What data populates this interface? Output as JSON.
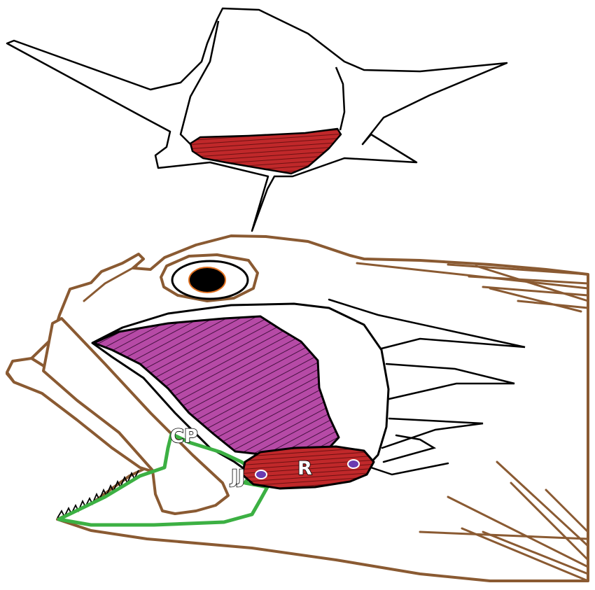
{
  "labels": {
    "cp": "CP",
    "jj": "JJ",
    "r": "R"
  },
  "colors": {
    "muscle_red": "#c0282a",
    "muscle_purple": "#b64aa6",
    "ligament_green": "#3cb043",
    "outline_brown": "#8a5a32",
    "outline_black": "#000000",
    "eye_ring": "#e07020",
    "dot_purple": "#6a3bb0"
  }
}
